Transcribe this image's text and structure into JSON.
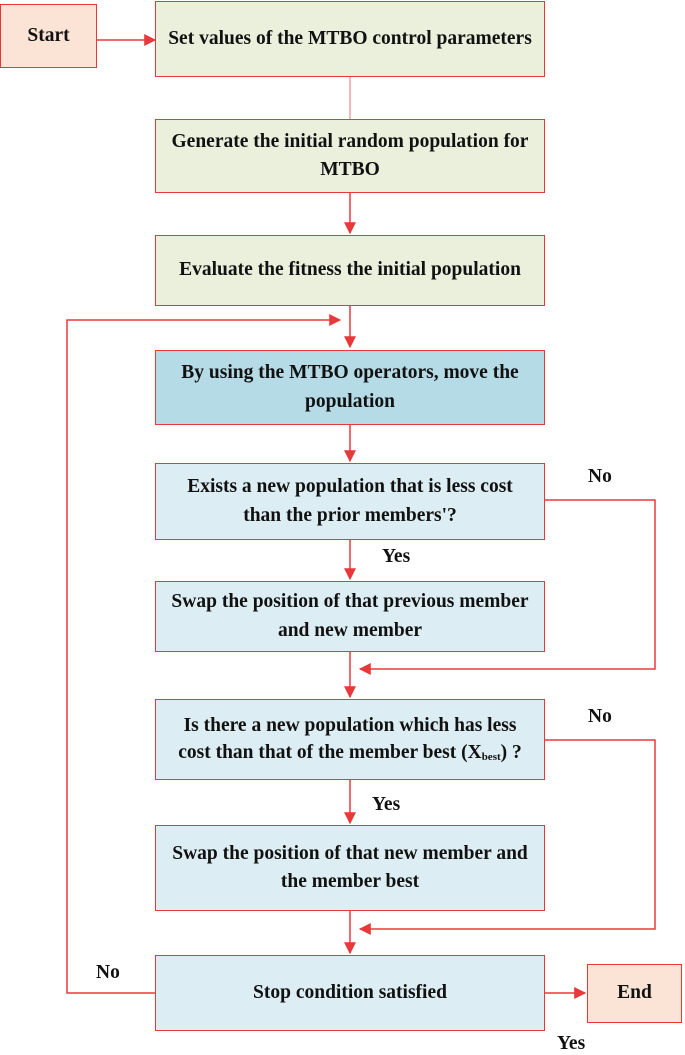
{
  "nodes": {
    "start": "Start",
    "set_params": "Set values of the MTBO control parameters",
    "generate": "Generate the initial random population for MTBO",
    "evaluate": "Evaluate the fitness the initial population",
    "move": "By using the MTBO operators, move the population",
    "decision1": "Exists a new population that is less cost than the prior members'?",
    "swap1": "Swap the position of that previous member and new member",
    "decision2_pre": "Is there a new population which has less cost than that of the member best (X",
    "decision2_sub": "best",
    "decision2_post": ") ?",
    "swap2": "Swap the position of that new member and the member best",
    "stop": "Stop condition satisfied",
    "end": "End"
  },
  "edge_labels": {
    "d1_no": "No",
    "d1_yes": "Yes",
    "d2_no": "No",
    "d2_yes": "Yes",
    "stop_no": "No",
    "stop_yes": "Yes"
  },
  "colors": {
    "line": "#e8383a",
    "box_green": "#eaf0dc",
    "box_peach": "#fbe4d6",
    "box_light_blue": "#dcedf3",
    "box_blue": "#b4dbe6"
  }
}
